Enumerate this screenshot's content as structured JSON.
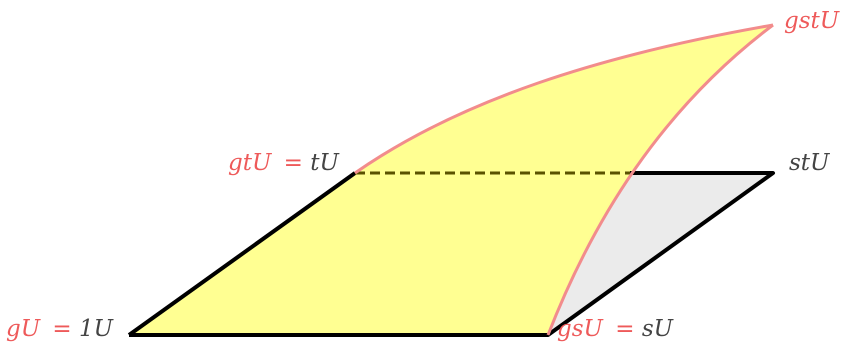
{
  "colors": {
    "sheet_fill": "#ffff8c",
    "sheet_edge": "#f28c8c",
    "base_outline": "#000000",
    "uncovered_fill": "#ebebeb",
    "hidden_edge": "#5a5200",
    "label_red": "#ee5a5a",
    "label_dark": "#444444"
  },
  "labels": {
    "gst": "gstU",
    "gt": "gtU",
    "gt_eq": "=",
    "t": "tU",
    "st": "stU",
    "g": "gU",
    "g_eq": "=",
    "one": "1U",
    "gs": "gsU",
    "gs_eq": "=",
    "s": "sU"
  }
}
